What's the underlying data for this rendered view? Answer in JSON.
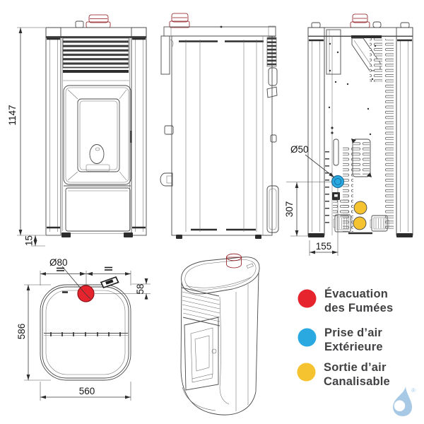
{
  "colors": {
    "smoke_red": "#e5242e",
    "smoke_red_dark": "#8c1218",
    "air_blue": "#29a9e0",
    "duct_yellow": "#f5c230",
    "logo_blue": "#a7c9e6"
  },
  "views": {
    "front": {
      "label": "front elevation",
      "dims": {
        "height": "1147",
        "ground_clearance": "15"
      }
    },
    "side": {
      "label": "side elevation"
    },
    "rear": {
      "label": "rear elevation",
      "dims": {
        "intake_diameter": "Ø50",
        "intake_height": "307",
        "intake_offset": "155"
      }
    },
    "top": {
      "label": "top plan",
      "dims": {
        "flue_diameter": "Ø80",
        "flue_offset": "58",
        "depth": "586",
        "width": "560"
      }
    },
    "perspective": {
      "label": "perspective view"
    }
  },
  "legend": {
    "items": [
      {
        "id": "smoke-evacuation",
        "color": "#e5242e",
        "label_line1": "Évacuation",
        "label_line2": "des Fumées"
      },
      {
        "id": "external-air-intake",
        "color": "#29a9e0",
        "label_line1": "Prise d’air",
        "label_line2": "Extérieure"
      },
      {
        "id": "ductable-air-outlet",
        "color": "#f5c230",
        "label_line1": "Sortie d’air",
        "label_line2": "Canalisable"
      }
    ]
  },
  "logo": {
    "registered": "®"
  }
}
